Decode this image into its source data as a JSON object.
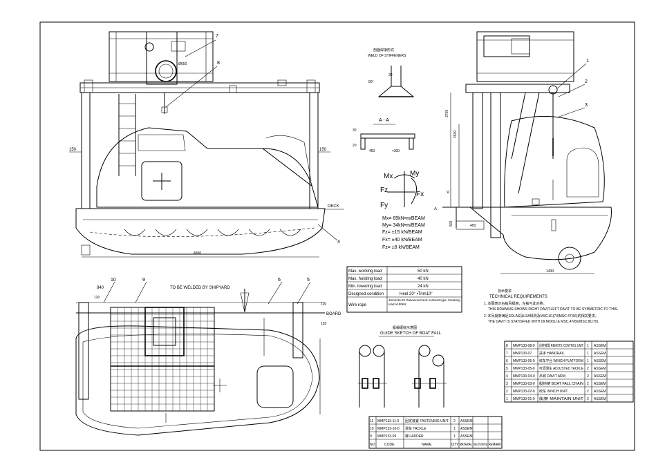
{
  "drawing": {
    "top_view_labels": {
      "dim_150_left": "150",
      "dim_150_right": "150",
      "dim_4600": "4600",
      "deck": "DECK",
      "size_label": "Ø650"
    },
    "balloons": [
      "7",
      "8",
      "4",
      "1",
      "2",
      "3",
      "10",
      "9",
      "6",
      "5"
    ],
    "plan_view": {
      "welded_note": "TO BE WELDED BY SHIPYARD",
      "board": "BOARD",
      "dim_840": "840",
      "dim_120a": "120",
      "dim_120b": "120",
      "dim_120c": "120"
    },
    "side_view": {
      "dim_1430": "1430",
      "dim_500": "500",
      "dim_450": "450",
      "dim_2530": "2530",
      "dim_3705": "3705",
      "section_a": "A",
      "section_v": "V"
    },
    "weld_detail": {
      "title_cn": "剖面焊接形式",
      "title": "WELD OF STIFFENERS",
      "dim_20": "20",
      "angle_50": "50°"
    },
    "section_aa": {
      "title": "A - A",
      "dim_450": "450",
      "dim_300": "≈300",
      "dim_20": "20",
      "dim_30": "30"
    },
    "forces": {
      "mx": "Mx",
      "my": "My",
      "fz": "Fz",
      "fx": "Fx",
      "fy": "Fy",
      "lines": [
        "Mx= 85kN•m/BEAM",
        "My= 34kN•m/BEAM",
        "Fz= ±15 kN/BEAM",
        "Fx= ±40 kN/BEAM",
        "Fz= ±8 kN/BEAM"
      ]
    },
    "spec_table": [
      {
        "k": "Max. working load",
        "v": "50 kN"
      },
      {
        "k": "Max. hoisting load",
        "v": "40 kN"
      },
      {
        "k": "Min. lowering load",
        "v": "24 kN"
      },
      {
        "k": "Designed condition",
        "v": "Heel 20° •Trim10°"
      },
      {
        "k": "Wire rope",
        "v": "16mm/6×19 Galvanized and nontwist type, breaking load ≥150kN."
      }
    ],
    "guide_sketch": {
      "title_cn": "艇绳缠绕示意图",
      "title": "GUIDE SKETCH OF BOAT FALL"
    },
    "tech_req": {
      "title_cn": "技术要求",
      "title": "TECHNICAL REQUIREMENTS",
      "line1_cn": "1. 本图表示右舷吊艇架，左舷与此对称。",
      "line1": "THIS DRAWING SHOWS RIGHT DAVIT,LEFT DAVIT TO BE SYMMETRIC TO THIS.",
      "line2_cn": "2. 本吊艇架满足SOLAS及LSA规则及MSC.81(70)MSC.47(66)的相关要求。",
      "line2": "THE DAVIT IS STATISFIED WITH 09 MODU & MSC.47(66)MSC.81(70)."
    },
    "parts_right": [
      {
        "no": "8",
        "code": "MMP133-08-0",
        "name": "遥控装置 REMOTE CONTROL UNIT",
        "qty": "1",
        "mat": "ASSEM"
      },
      {
        "no": "7",
        "code": "MMP133-07",
        "name": "扶手 HANDRAIL",
        "qty": "1",
        "mat": "ASSEM"
      },
      {
        "no": "6",
        "code": "MMP133-06-0",
        "name": "绞车平台 WINCH PLATFORM",
        "qty": "1",
        "mat": "ASSEM"
      },
      {
        "no": "5",
        "code": "MMP133-05-0",
        "name": "可调滑车 ADJUSTED TACKLE",
        "qty": "2",
        "mat": "ASSEM"
      },
      {
        "no": "4",
        "code": "MMP133-04-0",
        "name": "吊臂 DAVIT ARM",
        "qty": "2",
        "mat": "ASSEM"
      },
      {
        "no": "3",
        "code": "MMP133-03-0",
        "name": "艇钩链 BOAT FALL CHAIN",
        "qty": "2",
        "mat": "ASSEM"
      },
      {
        "no": "2",
        "code": "MMP133-02-0",
        "name": "绞车 WINCH UNIT",
        "qty": "2",
        "mat": "ASSEM"
      },
      {
        "no": "1",
        "code": "MMP133-01-0",
        "name": "艇架 MAINTAIN UNIT",
        "qty": "2",
        "mat": "ASSEM"
      }
    ],
    "parts_bottom": [
      {
        "no": "11",
        "code": "MMP133-11-0",
        "name": "固定装置 FASTENING UNIT",
        "qty": "2",
        "mat": "ASSEM"
      },
      {
        "no": "10",
        "code": "MMP133-10-0",
        "name": "滑车 TACKLE",
        "qty": "1",
        "mat": "ASSEM"
      },
      {
        "no": "9",
        "code": "MMP133-09",
        "name": "梯 LADDER",
        "qty": "1",
        "mat": "ASSEM"
      }
    ],
    "parts_header": {
      "no": "NO",
      "code": "CODE",
      "name": "NAME",
      "qty": "QTY",
      "mat": "MATERIAL",
      "weight": "SINGLE TOTAL WEIGHT(kg)",
      "remark": "REMARK"
    }
  }
}
